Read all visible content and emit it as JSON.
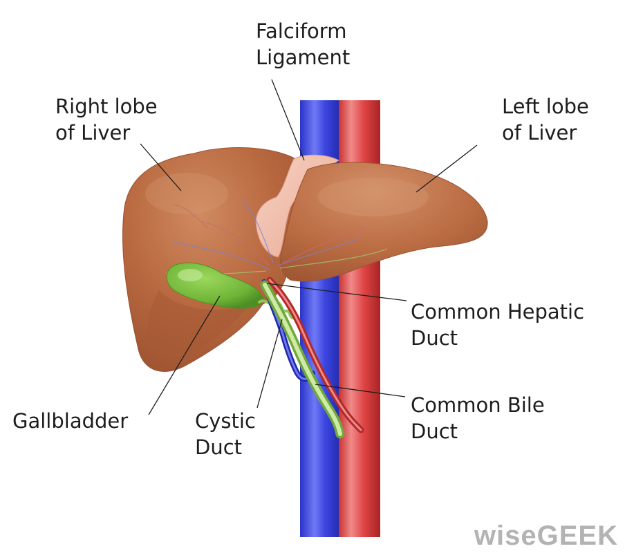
{
  "labels": {
    "falciform_line1": "Falciform",
    "falciform_line2": "Ligament",
    "right_lobe_line1": "Right lobe",
    "right_lobe_line2": "of Liver",
    "left_lobe_line1": "Left lobe",
    "left_lobe_line2": "of Liver",
    "common_hepatic_line1": "Common Hepatic",
    "common_hepatic_line2": "Duct",
    "common_bile_line1": "Common Bile",
    "common_bile_line2": "Duct",
    "gallbladder": "Gallbladder",
    "cystic_line1": "Cystic",
    "cystic_line2": "Duct"
  },
  "watermark": {
    "text": "wiseGEEK"
  },
  "colors": {
    "liver": "#b8683f",
    "liver_highlight": "#d69a73",
    "falciform": "#f0bcaa",
    "gallbladder": "#7cc242",
    "vena_cava": "#3c46e0",
    "aorta": "#e04545",
    "bile_duct": "#b6dc8a",
    "leader_line": "#1d1d1d"
  }
}
